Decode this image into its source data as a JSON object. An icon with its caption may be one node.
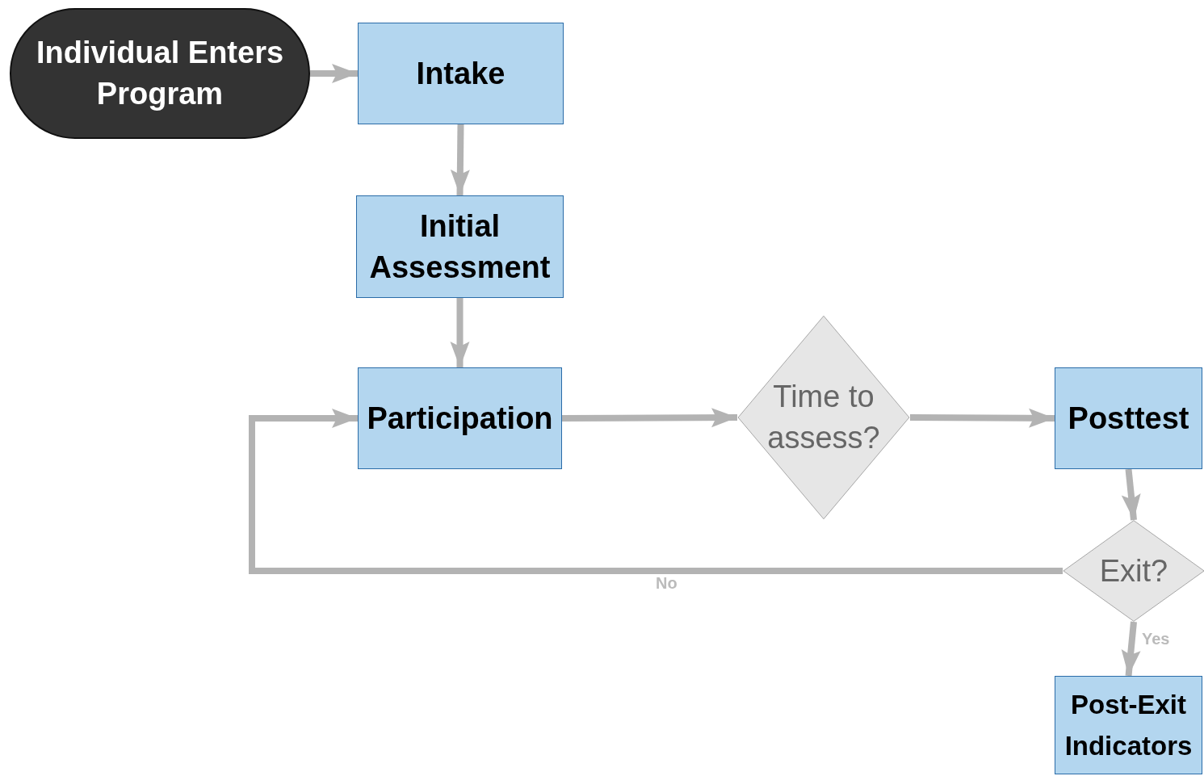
{
  "diagram": {
    "nodes": [
      {
        "text": [
          "Individual Enters Program"
        ]
      },
      {
        "text": [
          "Intake"
        ]
      },
      {
        "text": [
          "Initial Assessment"
        ]
      },
      {
        "text": [
          "Participation"
        ]
      },
      {
        "text": [
          "Time to assess?"
        ]
      },
      {
        "text": [
          "Posttest"
        ]
      },
      {
        "text": [
          "Exit?"
        ]
      },
      {
        "text": [
          "Post-Exit Indicators"
        ]
      }
    ],
    "edges": [
      {
        "from": 0,
        "to": 1,
        "arrow": "to"
      },
      {
        "from": 1,
        "to": 2,
        "arrow": "to"
      },
      {
        "from": 2,
        "to": 3,
        "arrow": "to"
      },
      {
        "from": 3,
        "to": 4,
        "arrow": "to"
      },
      {
        "from": 4,
        "to": 5,
        "arrow": "to"
      },
      {
        "from": 5,
        "to": 6,
        "arrow": "to"
      },
      {
        "from": 6,
        "to": 3,
        "arrow": "to",
        "label": "No"
      },
      {
        "from": 6,
        "to": 7,
        "arrow": "to",
        "label": "Yes"
      }
    ]
  }
}
